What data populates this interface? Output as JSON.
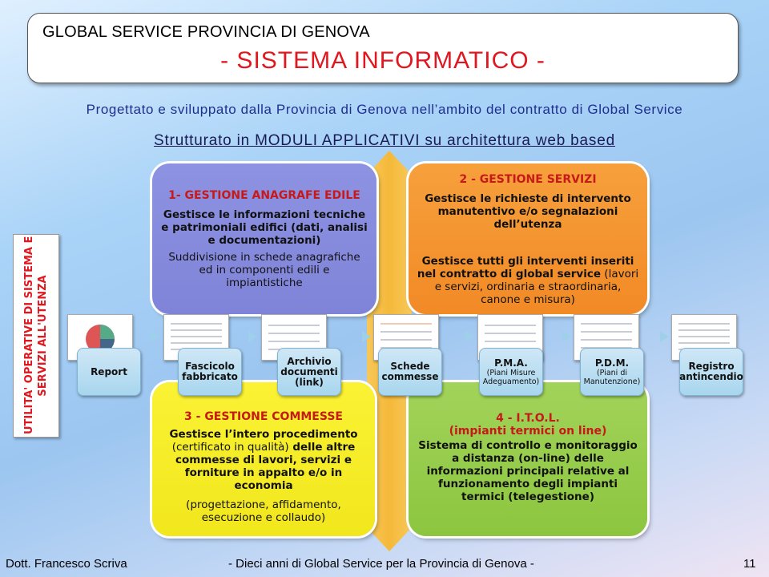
{
  "header": {
    "org_title": "GLOBAL SERVICE PROVINCIA DI GENOVA",
    "system_title": "- SISTEMA INFORMATICO -"
  },
  "subtitle": "Progettato e sviluppato dalla Provincia di Genova nell’ambito del contratto di Global Service",
  "structure_line": "Strutturato in MODULI APPLICATIVI su architettura web based",
  "side_label": {
    "line1": "UTILITA' OPERATIVE DI SISTEMA E",
    "line2": "SERVIZI ALL'UTENZA"
  },
  "modules": {
    "m1": {
      "title": "1- GESTIONE ANAGRAFE EDILE",
      "body1": "Gestisce le informazioni tecniche e patrimoniali edifici (dati, analisi e documentazioni)",
      "body2": "Suddivisione in schede anagrafiche ed in componenti edili e impiantistiche"
    },
    "m2": {
      "title": "2 - GESTIONE SERVIZI",
      "body1": "Gestisce le richieste di intervento manutentivo e/o segnalazioni dell’utenza",
      "body2_bold": "Gestisce tutti gli interventi inseriti nel contratto di global service",
      "body2_light": " (lavori e servizi, ordinaria e straordinaria, canone e misura)"
    },
    "m3": {
      "title": "3 - GESTIONE COMMESSE",
      "body1": "Gestisce l’intero procedimento",
      "body1_light": "(certificato in qualità)",
      "body1_rest": " delle altre commesse di lavori, servizi e forniture in appalto e/o in economia",
      "body2": "(progettazione, affidamento, esecuzione e collaudo)"
    },
    "m4": {
      "title": "4 - I.T.O.L.",
      "subtitle": "(impianti termici on line)",
      "body1": "Sistema di controllo e monitoraggio a distanza (on-line) delle informazioni principali relative al funzionamento degli impianti termici (telegestione)"
    }
  },
  "tiles": {
    "report": "Report",
    "fascicolo": "Fascicolo fabbricato",
    "archivio": "Archivio documenti (link)",
    "schede": "Schede commesse",
    "pma": "P.M.A.",
    "pma_sub": "(Piani Misure Adeguamento)",
    "pdm": "P.D.M.",
    "pdm_sub": "(Piani di Manutenzione)",
    "registro": "Registro antincendio"
  },
  "footer": {
    "author": "Dott. Francesco Scriva",
    "presentation": "- Dieci anni di Global Service per la  Provincia di Genova -",
    "page_number": "11"
  },
  "colors": {
    "module1": "#8a8ee0",
    "module2": "#f39530",
    "module3": "#f7ee28",
    "module4": "#97cc4c",
    "accent_red": "#e0171f",
    "arrow": "#f6c34a"
  }
}
